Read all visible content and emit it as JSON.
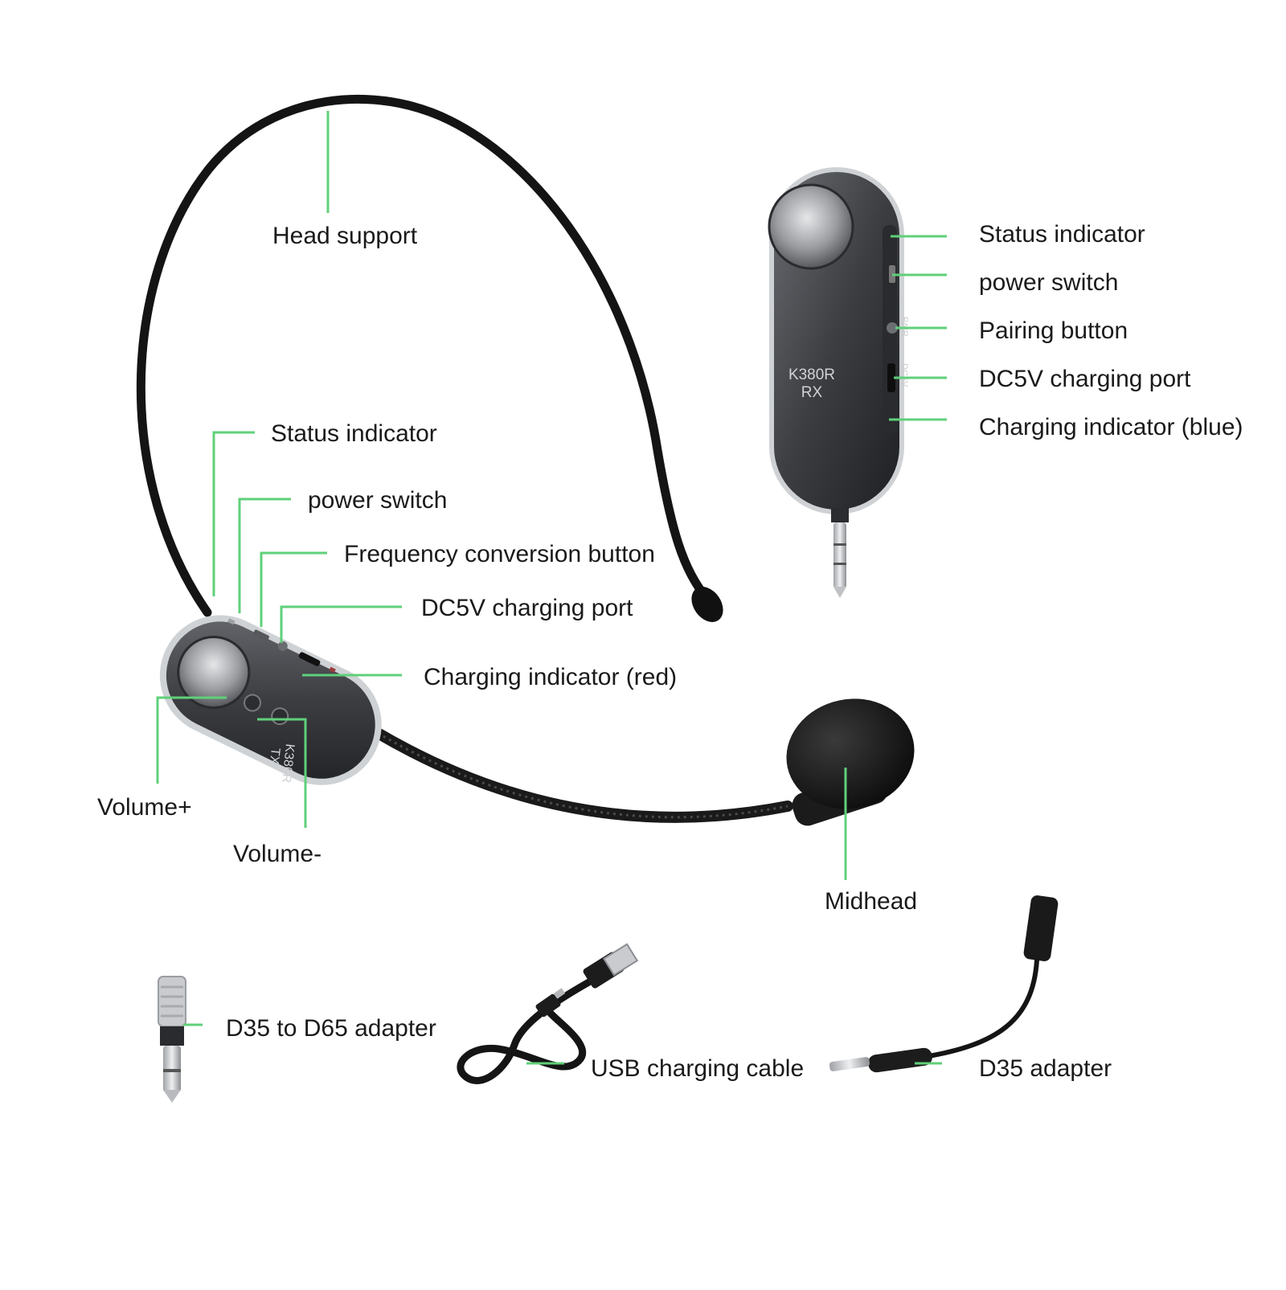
{
  "colors": {
    "leader": "#5fd07a",
    "device_body": "#3c3d41",
    "device_rim": "#d4d6d9",
    "cable": "#141414",
    "label_text": "#1a1a1a"
  },
  "headset": {
    "labels": {
      "head_support": "Head support",
      "status_indicator": "Status indicator",
      "power_switch": "power switch",
      "frequency_button": "Frequency conversion button",
      "dc5v_port": "DC5V charging port",
      "charging_indicator": "Charging indicator (red)",
      "volume_up": "Volume+",
      "volume_down": "Volume-",
      "midhead": "Midhead"
    },
    "printed": {
      "model": "K380R",
      "type": "TX"
    }
  },
  "receiver": {
    "labels": {
      "status_indicator": "Status indicator",
      "power_switch": "power switch",
      "pairing_button": "Pairing button",
      "dc5v_port": "DC5V charging port",
      "charging_indicator": "Charging indicator (blue)"
    },
    "printed": {
      "model": "K380R",
      "type": "RX",
      "side_pair": "PAIR",
      "side_dc": "DC5V"
    }
  },
  "accessories": {
    "d35_to_d65": "D35 to D65 adapter",
    "usb_cable": "USB charging cable",
    "d35_adapter": "D35 adapter"
  }
}
